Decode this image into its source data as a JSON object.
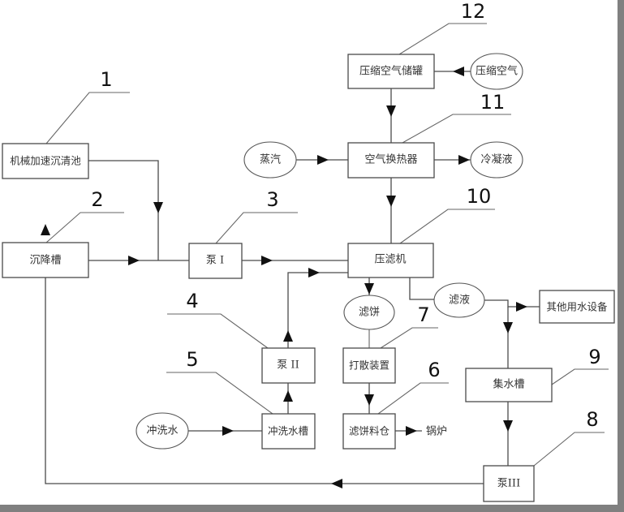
{
  "diagram": {
    "type": "process-flow",
    "colors": {
      "background_frame": "#808080",
      "canvas": "#ffffff",
      "line": "#4a4a4a",
      "arrow": "#111111"
    },
    "nodes": {
      "clarifier": {
        "label": "机械加速沉清池",
        "callout": "1"
      },
      "settling_tank": {
        "label": "沉降槽",
        "callout": "2"
      },
      "pump1": {
        "label": "泵 I",
        "callout": "3"
      },
      "pump2": {
        "label": "泵 II",
        "callout": "4"
      },
      "wash_tank": {
        "label": "冲洗水槽",
        "callout": "5"
      },
      "cake_silo": {
        "label": "滤饼料仓",
        "callout": "6"
      },
      "breaker": {
        "label": "打散装置",
        "callout": "7"
      },
      "pump3": {
        "label": "泵III",
        "callout": "8"
      },
      "collection_tank": {
        "label": "集水槽",
        "callout": "9"
      },
      "filter_press": {
        "label": "压滤机",
        "callout": "10"
      },
      "heat_exchanger": {
        "label": "空气换热器",
        "callout": "11"
      },
      "air_tank": {
        "label": "压缩空气储罐",
        "callout": "12"
      },
      "other_equipment": {
        "label": "其他用水设备"
      }
    },
    "streams": {
      "compressed_air": "压缩空气",
      "steam": "蒸汽",
      "condensate": "冷凝液",
      "filter_cake": "滤饼",
      "filtrate": "滤液",
      "wash_water": "冲洗水",
      "boiler": "锅炉"
    },
    "connections": [
      {
        "from": "compressed_air",
        "to": "air_tank"
      },
      {
        "from": "air_tank",
        "to": "heat_exchanger"
      },
      {
        "from": "steam",
        "to": "heat_exchanger"
      },
      {
        "from": "heat_exchanger",
        "to": "condensate"
      },
      {
        "from": "heat_exchanger",
        "to": "filter_press"
      },
      {
        "from": "clarifier",
        "to": "pump1"
      },
      {
        "from": "settling_tank",
        "to": "pump1"
      },
      {
        "from": "pump1",
        "to": "filter_press"
      },
      {
        "from": "wash_water",
        "to": "wash_tank"
      },
      {
        "from": "wash_tank",
        "to": "pump2"
      },
      {
        "from": "pump2",
        "to": "filter_press"
      },
      {
        "from": "filter_press",
        "to": "filter_cake"
      },
      {
        "from": "filter_cake",
        "to": "breaker"
      },
      {
        "from": "breaker",
        "to": "cake_silo"
      },
      {
        "from": "cake_silo",
        "to": "boiler"
      },
      {
        "from": "filter_press",
        "to": "filtrate"
      },
      {
        "from": "filtrate",
        "to": "other_equipment"
      },
      {
        "from": "filtrate",
        "to": "collection_tank"
      },
      {
        "from": "collection_tank",
        "to": "pump3"
      },
      {
        "from": "pump3",
        "to": "settling_tank"
      }
    ]
  }
}
